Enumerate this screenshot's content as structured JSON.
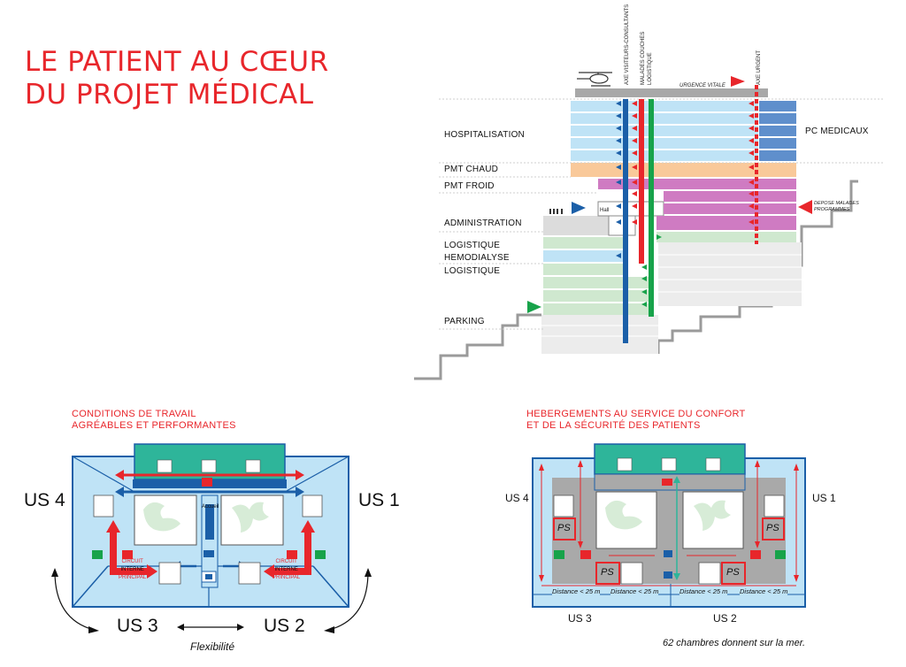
{
  "title": {
    "line1": "LE PATIENT AU CŒUR",
    "line2": "DU PROJET MÉDICAL"
  },
  "section": {
    "levels": [
      "HOSPITALISATION",
      "PMT CHAUD",
      "PMT FROID",
      "ADMINISTRATION",
      "LOGISTIQUE",
      "HEMODIALYSE",
      "LOGISTIQUE",
      "PARKING"
    ],
    "pc_medicaux": "PC MEDICAUX",
    "hall": "Hall",
    "urgence_vitale": "URGENCE VITALE",
    "axe_urgent": "AXE URGENT",
    "axe_visiteurs": "AXE VISITEURS-CONSULTANTS",
    "axe_malades": "MALADES COUCHES LOGISTIQUE",
    "depose_line1": "DEPOSE MALADES",
    "depose_line2": "PROGRAMMES"
  },
  "left_plan": {
    "subtitle1": "CONDITIONS DE TRAVAIL",
    "subtitle2": "AGRÉABLES ET PERFORMANTES",
    "us4": "US 4",
    "us1": "US 1",
    "us3": "US 3",
    "us2": "US 2",
    "flexibilite": "Flexibilité",
    "accueil": "Accueil",
    "circuit_l1": "CIRCUIT",
    "circuit_l2": "INTERNE",
    "circuit_l3": "PRINCIPAL"
  },
  "right_plan": {
    "subtitle1": "HEBERGEMENTS AU SERVICE DU CONFORT",
    "subtitle2": "ET DE LA SÉCURITÉ DES PATIENTS",
    "us4": "US 4",
    "us1": "US 1",
    "us3": "US 3",
    "us2": "US 2",
    "ps": "PS",
    "distance": "Distance < 25 m",
    "caption": "62 chambres donnent sur la mer."
  },
  "colors": {
    "red": "#e8262b",
    "blue": "#1b5fa8",
    "green": "#17a34a",
    "lightblue": "#bfe3f6",
    "teal": "#2eb59a",
    "orange": "#f9c99a",
    "magenta": "#cf7bc2",
    "lightgreen": "#cfe8cf",
    "pcblue": "#5f8fcc"
  }
}
